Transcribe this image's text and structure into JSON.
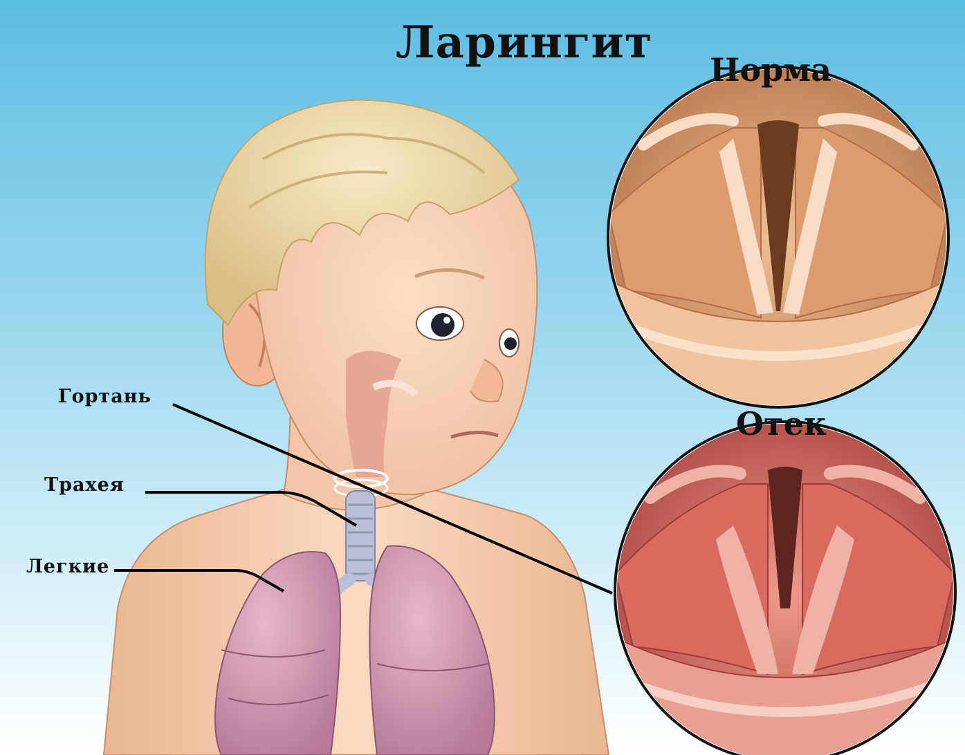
{
  "title": "Ларингит",
  "panels": {
    "normal": {
      "label": "Норма"
    },
    "edema": {
      "label": "Отек"
    }
  },
  "parts": {
    "larynx": "Гортань",
    "trachea": "Трахея",
    "lungs": "Легкие"
  },
  "colors": {
    "background_top": "#5fbfe2",
    "background_bottom": "#ffffff",
    "skin": "#f6cdb1",
    "hair": "#ead7a0",
    "lungs": "#c88aa6",
    "trachea": "#b8bfd6",
    "normal_tissue": "#e2a378",
    "edema_tissue": "#dc6e66",
    "leader_line": "#000000"
  }
}
